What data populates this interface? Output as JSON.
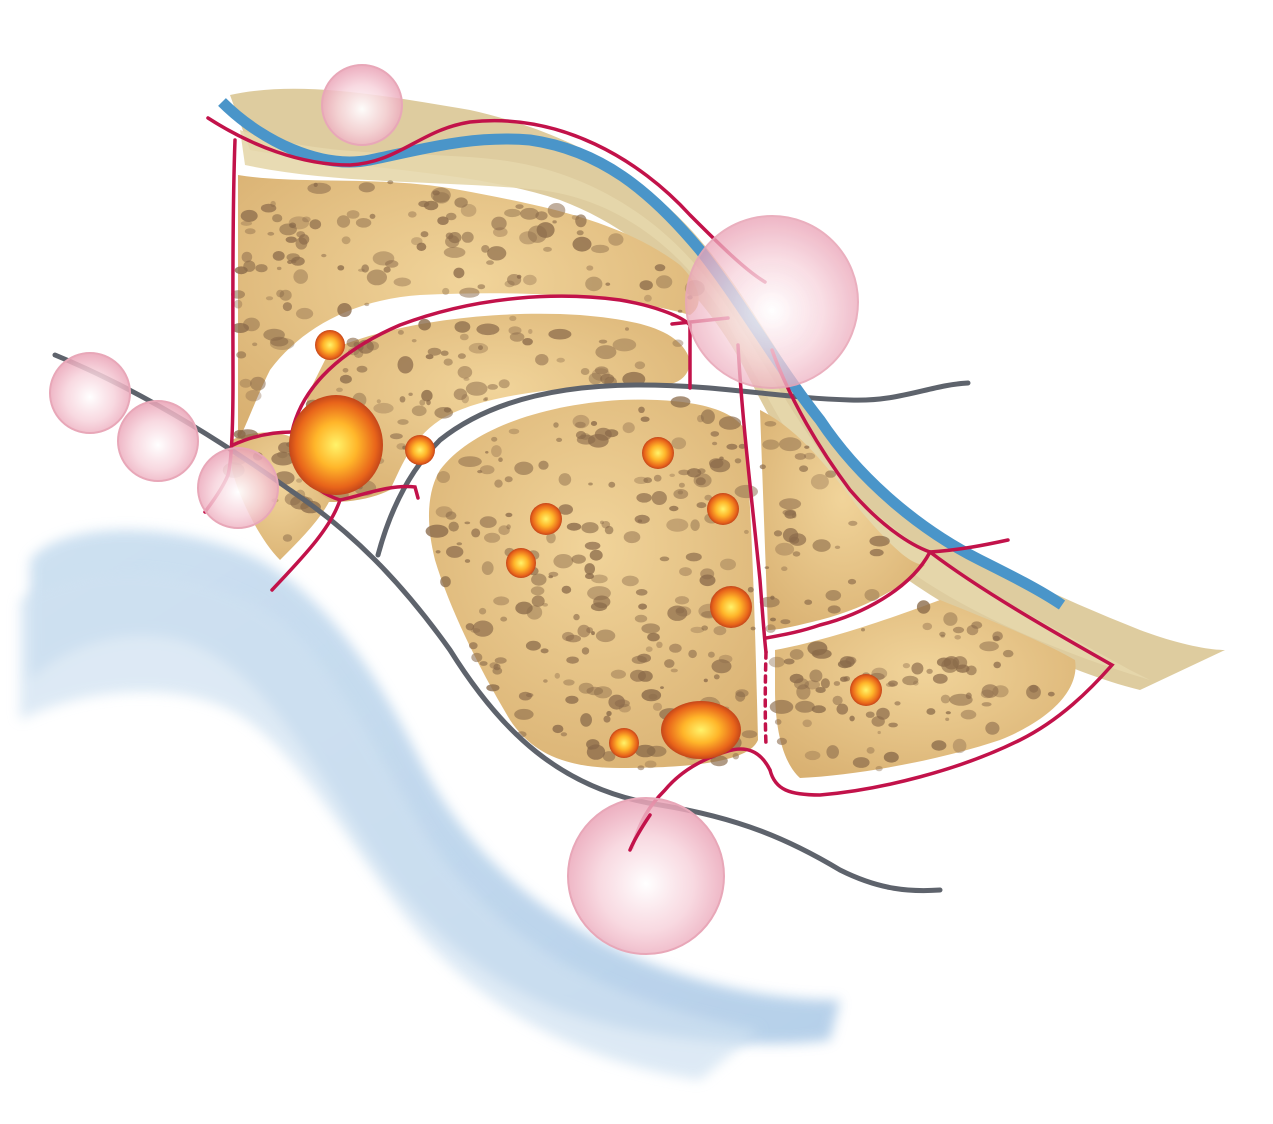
{
  "title": "",
  "colors": {
    "background": "#ffffff",
    "tissue_fill": "#e9c88c",
    "tissue_shadow": "#d2a766",
    "pore": "#8a6a4a",
    "tan_band": "#dcc79a",
    "blue_line": "#4a95c9",
    "red_line": "#c2124a",
    "gray_line": "#5e636c",
    "pink_sphere": "#f2b8c6",
    "orange_node_outer": "#e05a14",
    "orange_node_inner": "#ffe04a",
    "water": "#b9d3ea"
  },
  "elements": {
    "upper_segment": "upper-tissue-segment",
    "middle_segment": "middle-tissue-segment",
    "left_segment": "left-tissue-segment",
    "central_segment": "central-tissue-segment",
    "right_upper_segment": "right-upper-tissue-segment",
    "right_lower_segment": "right-lower-tissue-segment"
  }
}
